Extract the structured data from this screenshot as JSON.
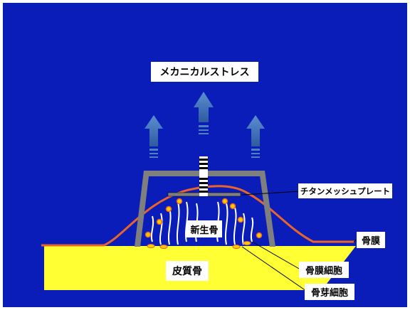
{
  "labels": {
    "mechanical_stress": "メカニカルストレス",
    "titanium_mesh_plate": "チタンメッシュプレート",
    "new_bone": "新生骨",
    "periosteum": "骨膜",
    "cortical_bone": "皮質骨",
    "periosteal_cells": "骨膜細胞",
    "osteoblast_cells": "骨芽細胞"
  },
  "colors": {
    "background": "#0b1db8",
    "arrow": "#4f81bd",
    "frame": "#7f7f7f",
    "periosteum": "#e8642a",
    "cortical_bone": "#ffff33",
    "cell_fill": "#ffcc00",
    "cell_outline": "#e8642a"
  }
}
